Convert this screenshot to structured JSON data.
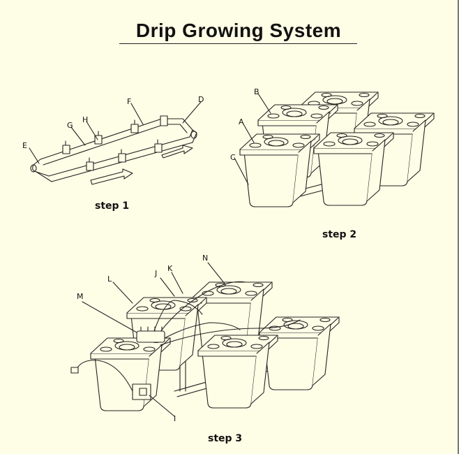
{
  "title": "Drip Growing System",
  "steps": {
    "step1": "step 1",
    "step2": "step 2",
    "step3": "step 3"
  },
  "labels": {
    "A": "A",
    "B": "B",
    "C": "C",
    "D": "D",
    "E": "E",
    "F": "F",
    "G": "G",
    "H": "H",
    "I": "I",
    "J": "J",
    "K": "K",
    "L": "L",
    "M": "M",
    "N": "N"
  },
  "colors": {
    "background": "#fefde6",
    "line": "#222222"
  }
}
